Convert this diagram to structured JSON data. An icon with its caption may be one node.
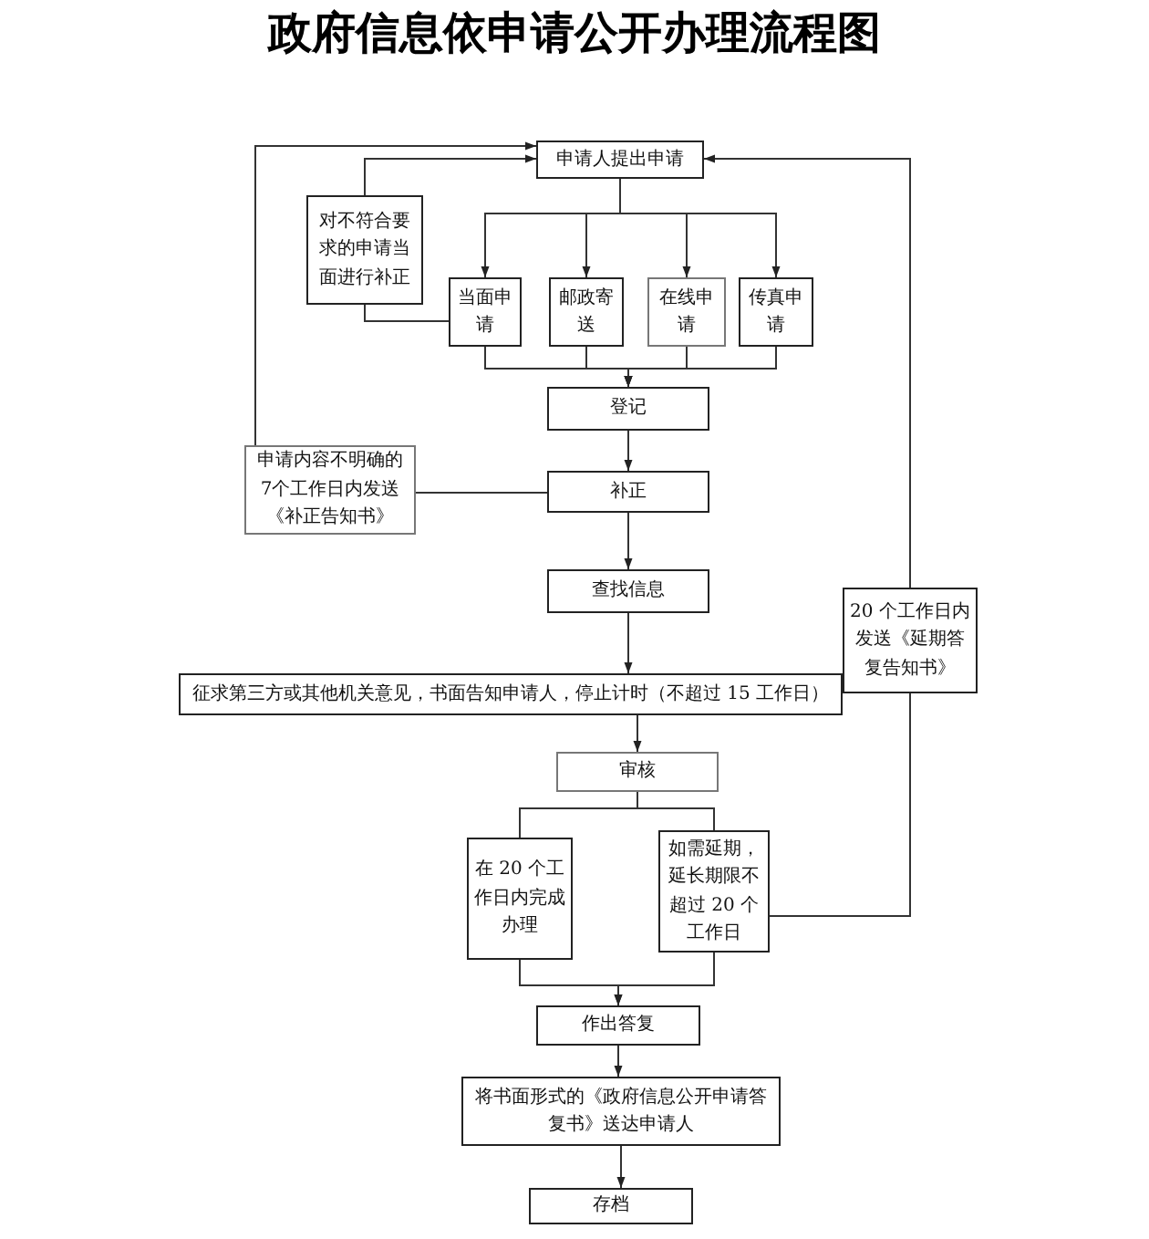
{
  "diagram": {
    "title": "政府信息依申请公开办理流程图",
    "nodes": [
      {
        "text": [
          "申请人提出申请"
        ]
      },
      {
        "text": [
          "对不符合要求的申请当面进行补正"
        ]
      },
      {
        "text": [
          "当面申请"
        ]
      },
      {
        "text": [
          "邮政寄送"
        ]
      },
      {
        "text": [
          "在线申请"
        ]
      },
      {
        "text": [
          "传真申请"
        ]
      },
      {
        "text": [
          "登记"
        ]
      },
      {
        "text": [
          "申请内容不明确的7个工作日内发送《补正告知书》"
        ]
      },
      {
        "text": [
          "补正"
        ]
      },
      {
        "text": [
          "查找信息"
        ]
      },
      {
        "text": [
          "征求第三方或其他机关意见，书面告知申请人，停止计时（不超过 15 工作日）"
        ]
      },
      {
        "text": [
          "20 个工作日内发送《延期答复告知书》"
        ]
      },
      {
        "text": [
          "审核"
        ]
      },
      {
        "text": [
          "在 20 个工作日内完成办理"
        ]
      },
      {
        "text": [
          "如需延期，延长期限不超过 20 个工作日"
        ]
      },
      {
        "text": [
          "作出答复"
        ]
      },
      {
        "text": [
          "将书面形式的《政府信息公开申请答复书》送达申请人"
        ]
      },
      {
        "text": [
          "存档"
        ]
      }
    ],
    "edges": [
      {
        "from": 0,
        "to": 2,
        "arrow": "to"
      },
      {
        "from": 0,
        "to": 3,
        "arrow": "to"
      },
      {
        "from": 0,
        "to": 4,
        "arrow": "to"
      },
      {
        "from": 0,
        "to": 5,
        "arrow": "to"
      },
      {
        "from": 2,
        "to": 1,
        "arrow": "none"
      },
      {
        "from": 1,
        "to": 0,
        "arrow": "to"
      },
      {
        "from": 2,
        "to": 6,
        "arrow": "to"
      },
      {
        "from": 3,
        "to": 6,
        "arrow": "to"
      },
      {
        "from": 4,
        "to": 6,
        "arrow": "to"
      },
      {
        "from": 5,
        "to": 6,
        "arrow": "to"
      },
      {
        "from": 6,
        "to": 8,
        "arrow": "to"
      },
      {
        "from": 8,
        "to": 7,
        "arrow": "none"
      },
      {
        "from": 7,
        "to": 0,
        "arrow": "to"
      },
      {
        "from": 8,
        "to": 9,
        "arrow": "to"
      },
      {
        "from": 9,
        "to": 10,
        "arrow": "to"
      },
      {
        "from": 10,
        "to": 12,
        "arrow": "to"
      },
      {
        "from": 12,
        "to": 13,
        "arrow": "none"
      },
      {
        "from": 12,
        "to": 14,
        "arrow": "none"
      },
      {
        "from": 14,
        "to": 11,
        "arrow": "none"
      },
      {
        "from": 11,
        "to": 0,
        "arrow": "to"
      },
      {
        "from": 13,
        "to": 15,
        "arrow": "to"
      },
      {
        "from": 14,
        "to": 15,
        "arrow": "to"
      },
      {
        "from": 15,
        "to": 16,
        "arrow": "to"
      },
      {
        "from": 16,
        "to": 17,
        "arrow": "to"
      }
    ]
  }
}
